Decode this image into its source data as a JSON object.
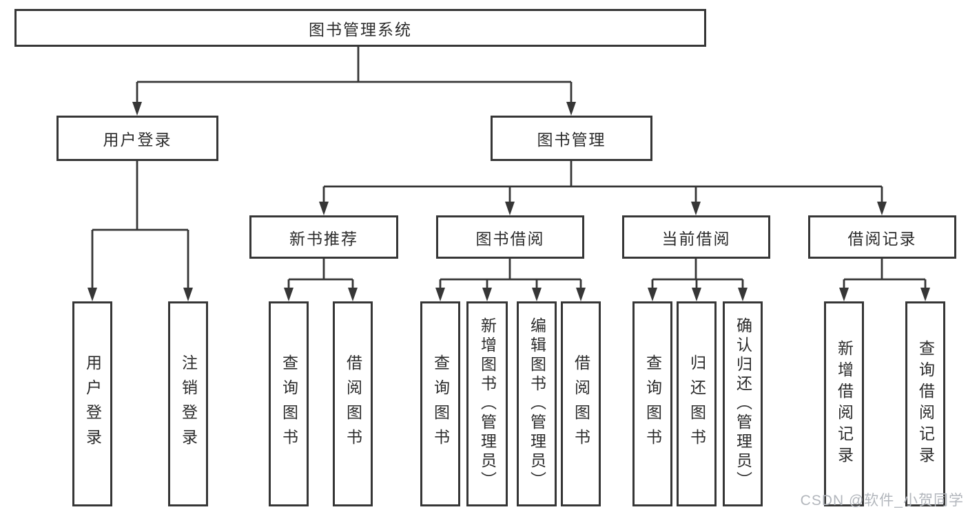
{
  "watermark": {
    "text": "CSDN @软件_小贺同学"
  },
  "colors": {
    "line": "#363636",
    "text": "#2b2b2b",
    "watermark": "#b2b6bc",
    "background": "#ffffff"
  },
  "tree": {
    "root": {
      "label": "图书管理系统",
      "children": [
        {
          "label": "用户登录",
          "children": [
            {
              "label": "用户登录"
            },
            {
              "label": "注销登录"
            }
          ]
        },
        {
          "label": "图书管理",
          "children": [
            {
              "label": "新书推荐",
              "children": [
                {
                  "label": "查询图书"
                },
                {
                  "label": "借阅图书"
                }
              ]
            },
            {
              "label": "图书借阅",
              "children": [
                {
                  "label": "查询图书"
                },
                {
                  "label": "新增图书（管理员）"
                },
                {
                  "label": "编辑图书（管理员）"
                },
                {
                  "label": "借阅图书"
                }
              ]
            },
            {
              "label": "当前借阅",
              "children": [
                {
                  "label": "查询图书"
                },
                {
                  "label": "归还图书"
                },
                {
                  "label": "确认归还（管理员）"
                }
              ]
            },
            {
              "label": "借阅记录",
              "children": [
                {
                  "label": "新增借阅记录"
                },
                {
                  "label": "查询借阅记录"
                }
              ]
            }
          ]
        }
      ]
    }
  }
}
